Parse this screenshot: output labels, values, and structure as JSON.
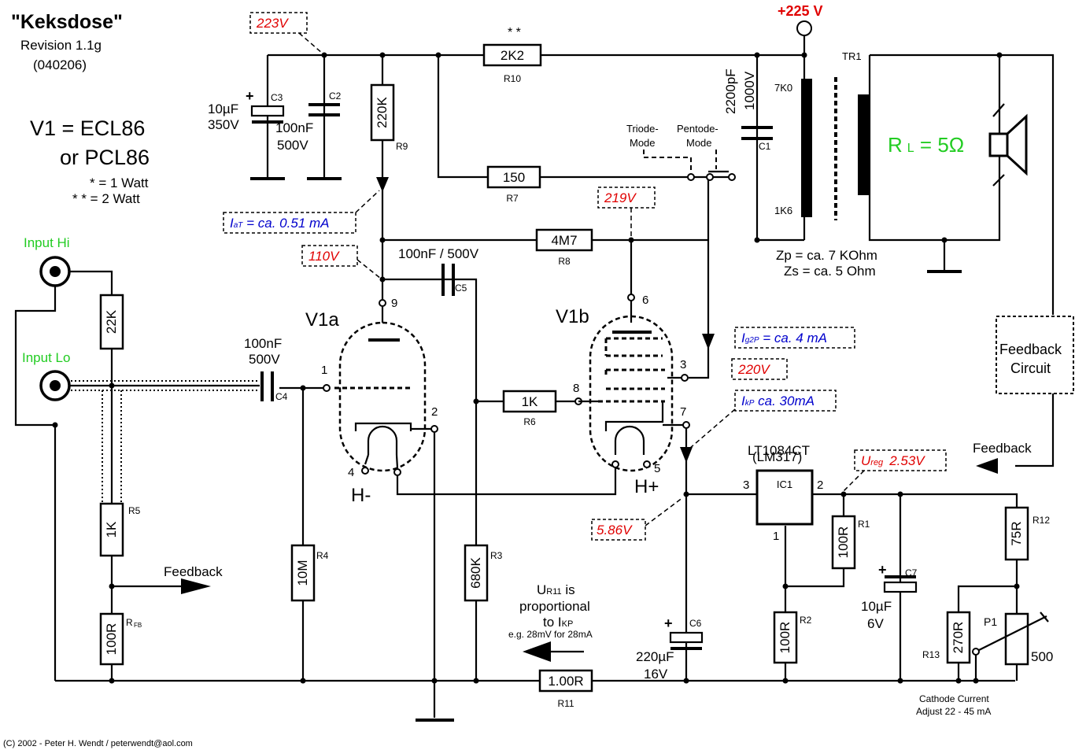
{
  "title": {
    "name": "\"Keksdose\"",
    "revision": "Revision 1.1g",
    "date": "(040206)"
  },
  "tube": {
    "line1": "V1 = ECL86",
    "line2": "or PCL86",
    "note1": "* = 1 Watt",
    "note2": "* * = 2 Watt"
  },
  "supply": "+225 V",
  "copyright": "(C) 2002 - Peter H. Wendt  /  peterwendt@aol.com",
  "voltages": {
    "v223": "223V",
    "v110": "110V",
    "v219": "219V",
    "v220": "220V",
    "v586": "5.86V",
    "ureg_main": "U",
    "ureg_sub": "reg",
    "ureg_val": "2.53V"
  },
  "currents": {
    "iat_a": "I",
    "iat_b": "aT",
    "iat_c": " = ca. 0.51 mA",
    "ig2p_a": "I",
    "ig2p_b": "g2P",
    "ig2p_c": " = ca. 4 mA",
    "ikp_a": "I",
    "ikp_b": "kP",
    "ikp_c": " ca. 30mA"
  },
  "inputs": {
    "hi": "Input Hi",
    "lo": "Input Lo"
  },
  "load": {
    "r": "R",
    "sub": "L",
    "val": " = 5Ω"
  },
  "transformer": {
    "name": "TR1",
    "tap_top": "7K0",
    "tap_bottom": "1K6",
    "zp": "Zp = ca. 7 KOhm",
    "zs": "Zs = ca. 5 Ohm"
  },
  "mode": {
    "triode_1": "Triode-",
    "triode_2": "Mode",
    "pentode_1": "Pentode-",
    "pentode_2": "Mode"
  },
  "components": {
    "r10_val": "2K2",
    "r10_name": "R10",
    "r10_stars": "* *",
    "r9_val": "220K",
    "r9_name": "R9",
    "r7_val": "150",
    "r7_name": "R7",
    "r8_val": "4M7",
    "r8_name": "R8",
    "r5_top_val": "22K",
    "r5_val": "1K",
    "r5_name": "R5",
    "rfb_val": "100R",
    "rfb_name": "R",
    "rfb_sub": "FB",
    "r4_val": "10M",
    "r4_name": "R4",
    "r3_val": "680K",
    "r3_name": "R3",
    "r6_val": "1K",
    "r6_name": "R6",
    "r11_val": "1.00R",
    "r11_name": "R11",
    "r1_val": "100R",
    "r1_name": "R1",
    "r2_val": "100R",
    "r2_name": "R2",
    "r12_val": "75R",
    "r12_name": "R12",
    "r13_val": "270R",
    "r13_name": "R13",
    "p1_name": "P1",
    "p1_val": "500",
    "c3_name": "C3",
    "c3_val1": "10µF",
    "c3_val2": "350V",
    "c2_name": "C2",
    "c2_val1": "100nF",
    "c2_val2": "500V",
    "c1_val1": "2200pF",
    "c1_val2": "1000V",
    "c1_name": "C1",
    "c5_val": "100nF / 500V",
    "c5_name": "C5",
    "c4_val1": "100nF",
    "c4_val2": "500V",
    "c4_name": "C4",
    "c6_name": "C6",
    "c6_val1": "220µF",
    "c6_val2": "16V",
    "c7_name": "C7",
    "c7_val1": "10µF",
    "c7_val2": "6V",
    "ic1_name": "IC1",
    "ic1_part": "LT1084CT",
    "ic1_alt": "(LM317)",
    "ic1_p3": "3",
    "ic1_p2": "2",
    "ic1_p1": "1"
  },
  "v1a": {
    "name": "V1a",
    "pin9": "9",
    "pin1": "1",
    "pin2": "2",
    "pin4": "4",
    "heater": "H-"
  },
  "v1b": {
    "name": "V1b",
    "pin6": "6",
    "pin3": "3",
    "pin8": "8",
    "pin7": "7",
    "pin5": "5",
    "heater": "H+"
  },
  "feedback": {
    "box_1": "Feedback",
    "box_2": "Circuit",
    "arrow_right": "Feedback",
    "arrow_left": "Feedback"
  },
  "ur11": {
    "l1": "U",
    "l1_sub": "R11",
    "l1_tail": " is",
    "l2": "proportional",
    "l3": "to I",
    "l3_sub": "KP",
    "l4": "e.g. 28mV for 28mA"
  },
  "cathode": {
    "l1": "Cathode Current",
    "l2": "Adjust 22 - 45 mA"
  }
}
